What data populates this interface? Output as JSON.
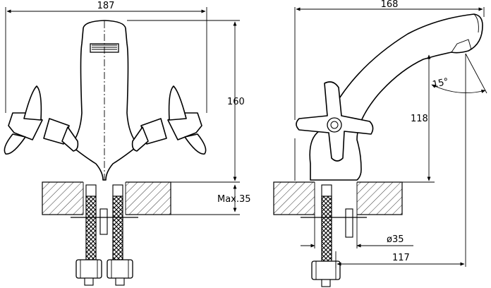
{
  "dimensions": {
    "front_width": "187",
    "front_height": "160",
    "mount_thickness": "Max.35",
    "side_depth": "168",
    "spout_height": "118",
    "spout_angle": "15°",
    "hole_diameter": "ø35",
    "spout_reach": "117"
  }
}
